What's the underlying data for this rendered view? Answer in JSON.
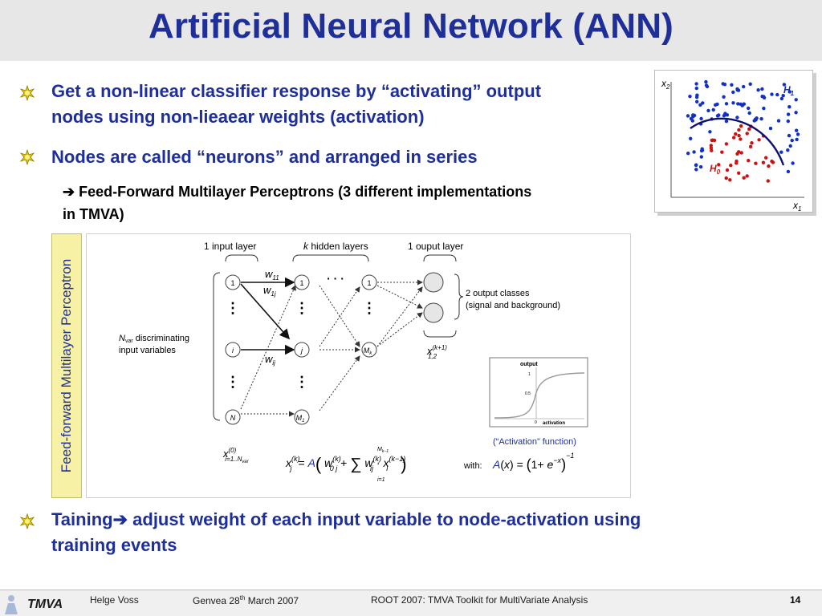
{
  "slide": {
    "title": "Artificial Neural Network (ANN)",
    "bullets": [
      {
        "line1": "Get a non-linear classifier response by “activating” output",
        "line2": "nodes  using non-lieaear weights (activation)"
      },
      {
        "line1": "Nodes are called “neurons” and arranged in series"
      }
    ],
    "sub_bullet": {
      "arrow": "➔",
      "line1": "Feed-Forward Multilayer Perceptrons (3 different implementations",
      "line2": "in TMVA)"
    },
    "training_bullet": {
      "line1_a": "Taining",
      "arrow": "➔",
      "line1_b": " adjust weight of each input variable to node-activation using",
      "line2": "training events"
    }
  },
  "side_label": "Feed-forward Multilayer Perceptron",
  "scatter": {
    "x_axis": "x1",
    "y_axis": "x2",
    "h1": "H1",
    "h0": "H0",
    "colors": {
      "signal": "#cc1111",
      "background": "#1030c8",
      "curve": "#101070"
    }
  },
  "network": {
    "input_layer": "1 input layer",
    "hidden_k": "k",
    "hidden_layers": " hidden layers",
    "output_layer": "1 ouput layer",
    "output_classes_1": "2 output classes",
    "output_classes_2": "(signal and background)",
    "nvar_1": "discriminating",
    "nvar_2": "input variables",
    "node_1": "1",
    "node_i": "i",
    "node_N": "N",
    "node_j": "j",
    "node_M": "M",
    "ellipsis": "· · ·",
    "w11": "w",
    "w_with": "with:",
    "activation_caption": "(“Activation” function)",
    "plot_title": "output",
    "plot_xlabel": "activation",
    "plot_ticks": [
      "1",
      "0.5",
      "0"
    ]
  },
  "footer": {
    "author": "Helge Voss",
    "place": "Genvea  28",
    "date_sup": "th",
    "date_rest": " March 2007",
    "conf": "ROOT 2007:   TMVA Toolkit for MultiVariate Analysis",
    "page": "14",
    "logo": "TMVA"
  }
}
